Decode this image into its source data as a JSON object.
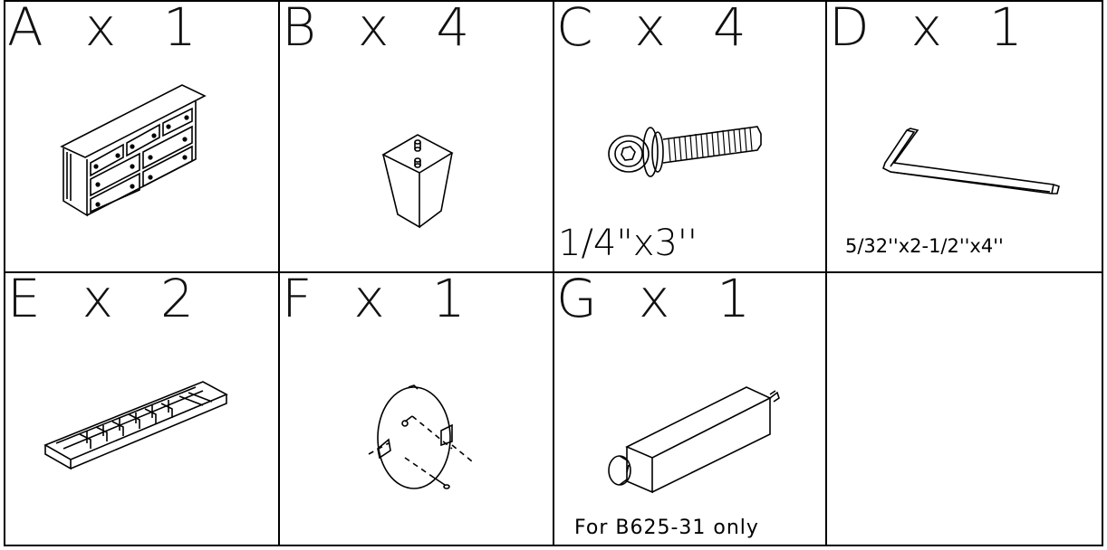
{
  "parts": [
    {
      "letter": "A",
      "times": "x",
      "qty": "1",
      "icon": "dresser-icon",
      "note": ""
    },
    {
      "letter": "B",
      "times": "x",
      "qty": "4",
      "icon": "tapered-leg-icon",
      "note": ""
    },
    {
      "letter": "C",
      "times": "x",
      "qty": "4",
      "icon": "hex-bolt-icon",
      "note": "1/4\"x3''"
    },
    {
      "letter": "D",
      "times": "x",
      "qty": "1",
      "icon": "allen-wrench-icon",
      "note": "5/32''x2-1/2''x4''"
    },
    {
      "letter": "E",
      "times": "x",
      "qty": "2",
      "icon": "drawer-runner-icon",
      "note": ""
    },
    {
      "letter": "F",
      "times": "x",
      "qty": "1",
      "icon": "wire-anchor-kit-icon",
      "note": ""
    },
    {
      "letter": "G",
      "times": "x",
      "qty": "1",
      "icon": "leveler-bar-icon",
      "note": "For B625-31 only"
    }
  ],
  "colors": {
    "line": "#000000",
    "background": "#ffffff"
  }
}
